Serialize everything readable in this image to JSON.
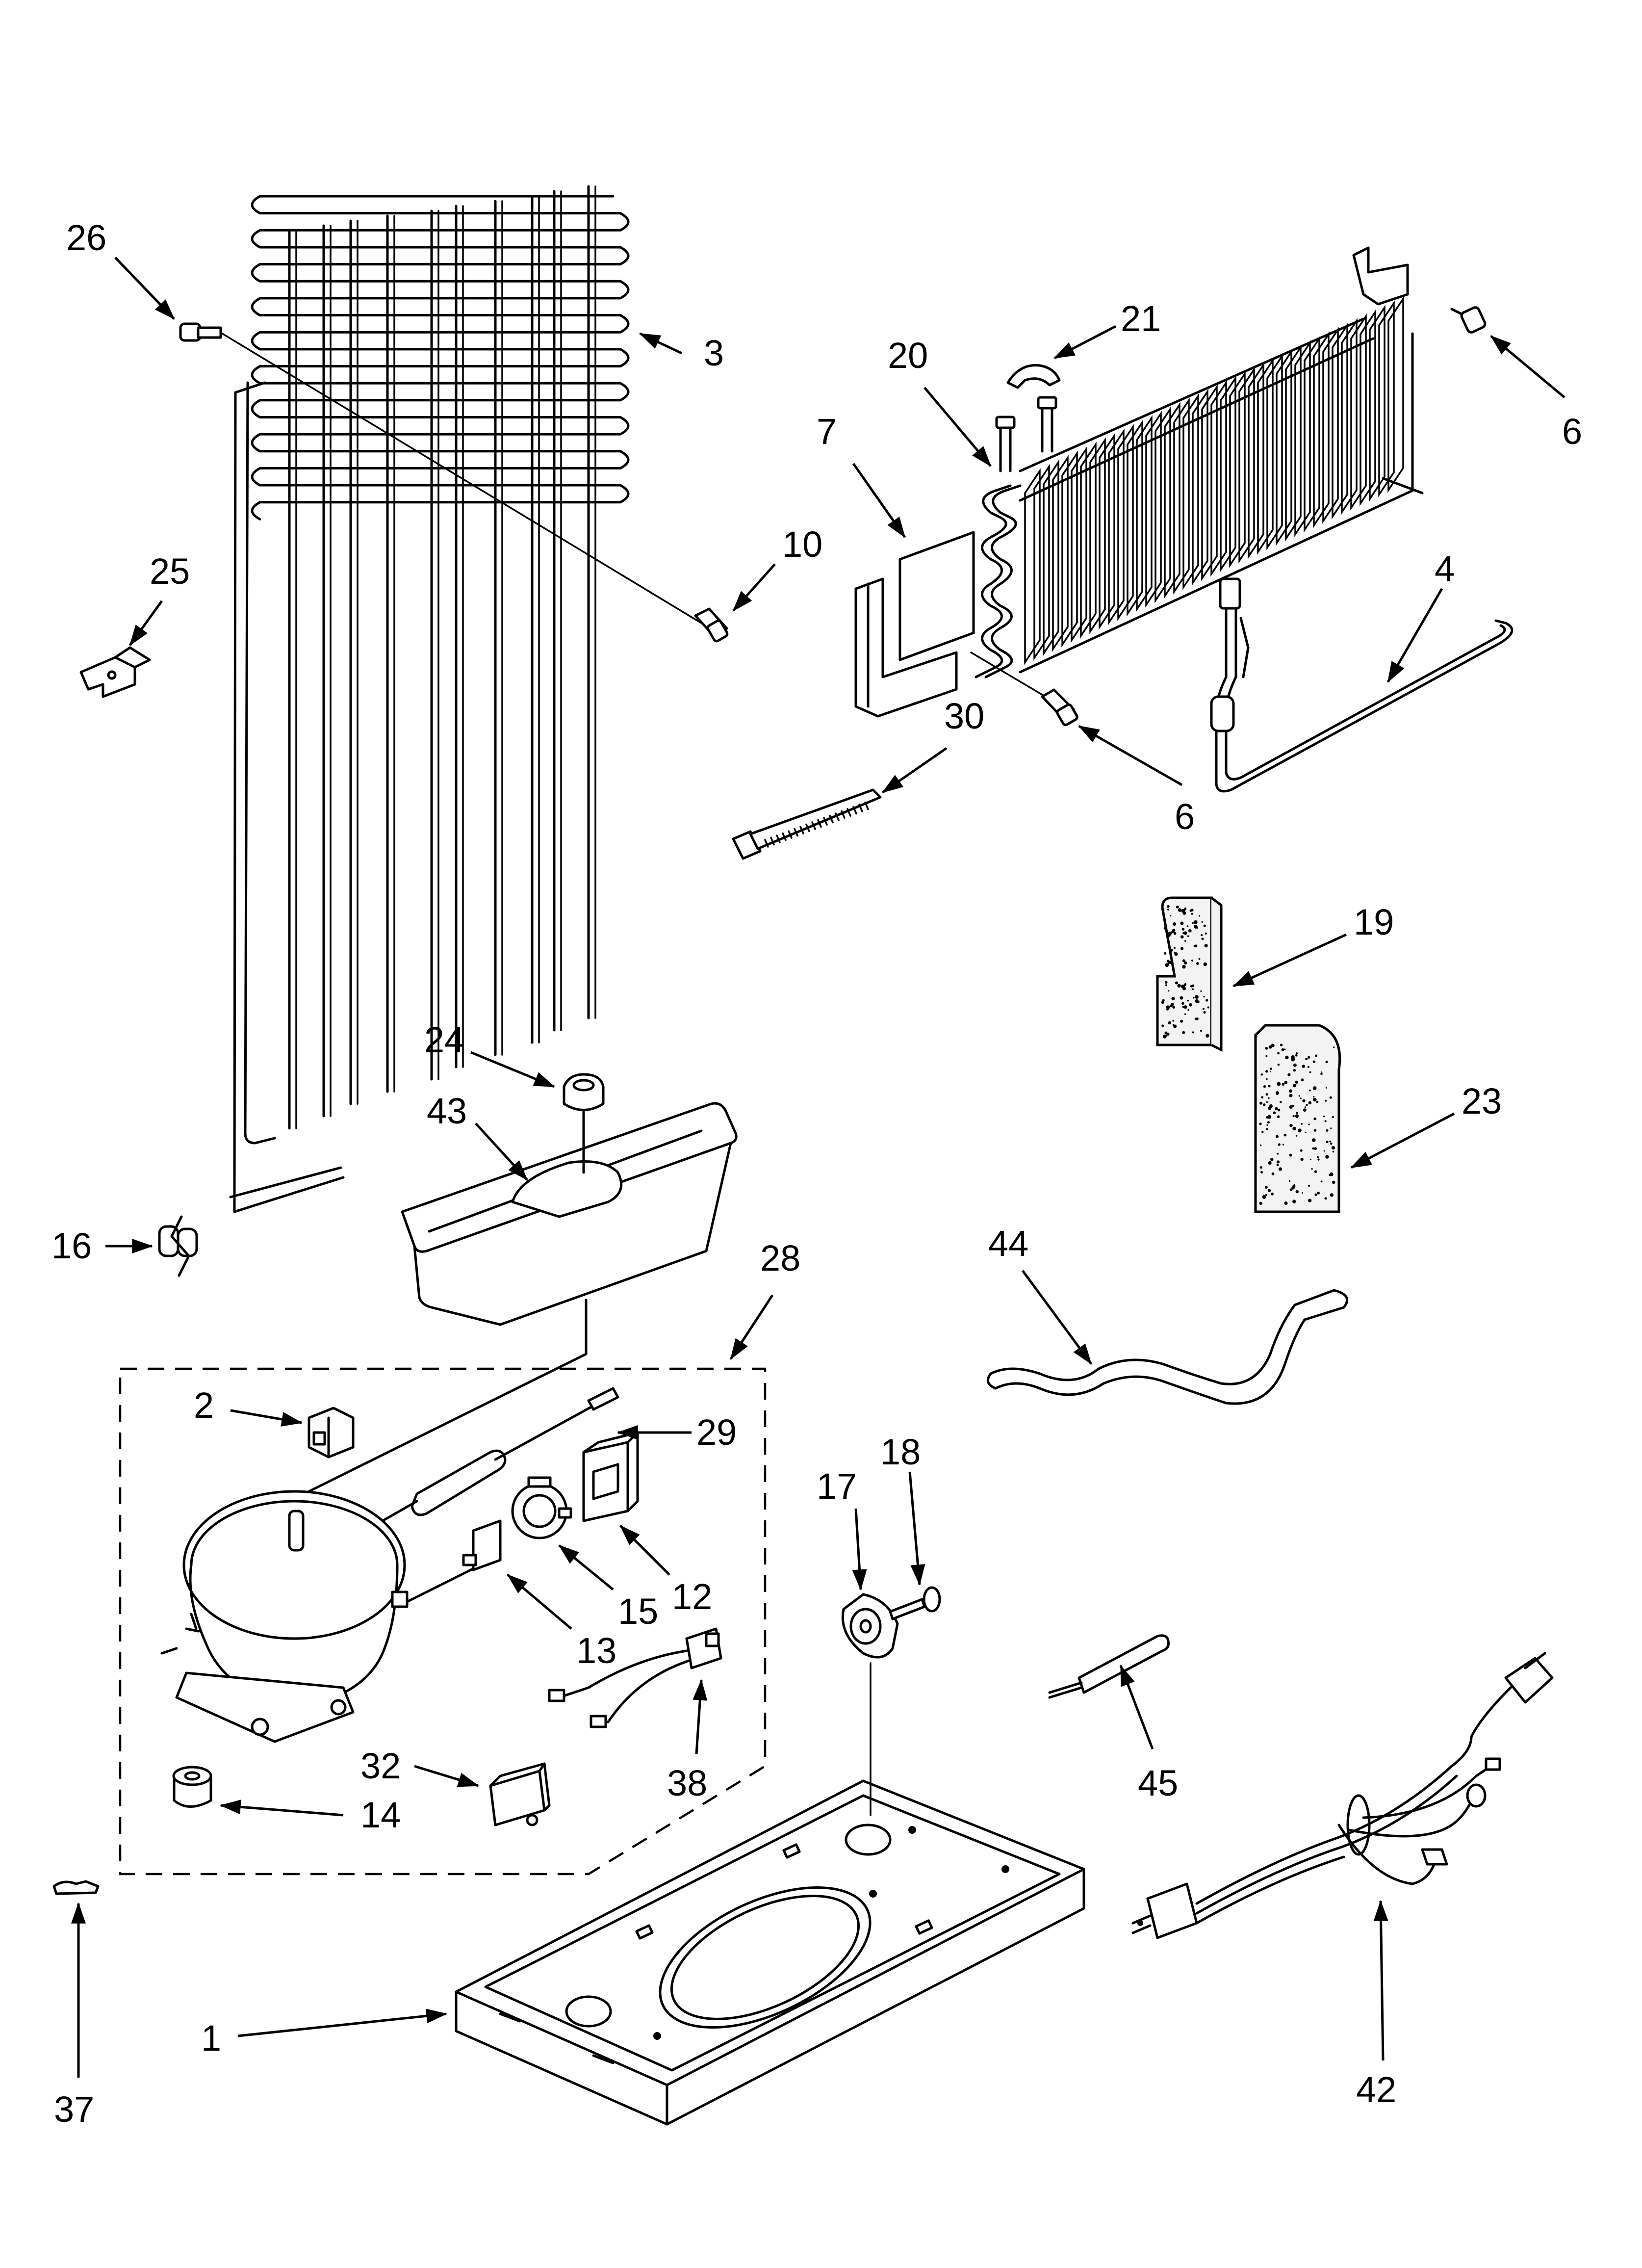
{
  "diagram": {
    "callouts": [
      {
        "id": "c26",
        "label": "26"
      },
      {
        "id": "c3",
        "label": "3"
      },
      {
        "id": "c25",
        "label": "25"
      },
      {
        "id": "c10",
        "label": "10"
      },
      {
        "id": "c21",
        "label": "21"
      },
      {
        "id": "c20",
        "label": "20"
      },
      {
        "id": "c7",
        "label": "7"
      },
      {
        "id": "c6a",
        "label": "6"
      },
      {
        "id": "c4",
        "label": "4"
      },
      {
        "id": "c30",
        "label": "30"
      },
      {
        "id": "c6b",
        "label": "6"
      },
      {
        "id": "c19",
        "label": "19"
      },
      {
        "id": "c24",
        "label": "24"
      },
      {
        "id": "c43",
        "label": "43"
      },
      {
        "id": "c23",
        "label": "23"
      },
      {
        "id": "c16",
        "label": "16"
      },
      {
        "id": "c28",
        "label": "28"
      },
      {
        "id": "c44",
        "label": "44"
      },
      {
        "id": "c2",
        "label": "2"
      },
      {
        "id": "c29",
        "label": "29"
      },
      {
        "id": "c17",
        "label": "17"
      },
      {
        "id": "c18",
        "label": "18"
      },
      {
        "id": "c12",
        "label": "12"
      },
      {
        "id": "c15",
        "label": "15"
      },
      {
        "id": "c13",
        "label": "13"
      },
      {
        "id": "c45",
        "label": "45"
      },
      {
        "id": "c32",
        "label": "32"
      },
      {
        "id": "c38",
        "label": "38"
      },
      {
        "id": "c14",
        "label": "14"
      },
      {
        "id": "c37",
        "label": "37"
      },
      {
        "id": "c1",
        "label": "1"
      },
      {
        "id": "c42",
        "label": "42"
      }
    ]
  }
}
